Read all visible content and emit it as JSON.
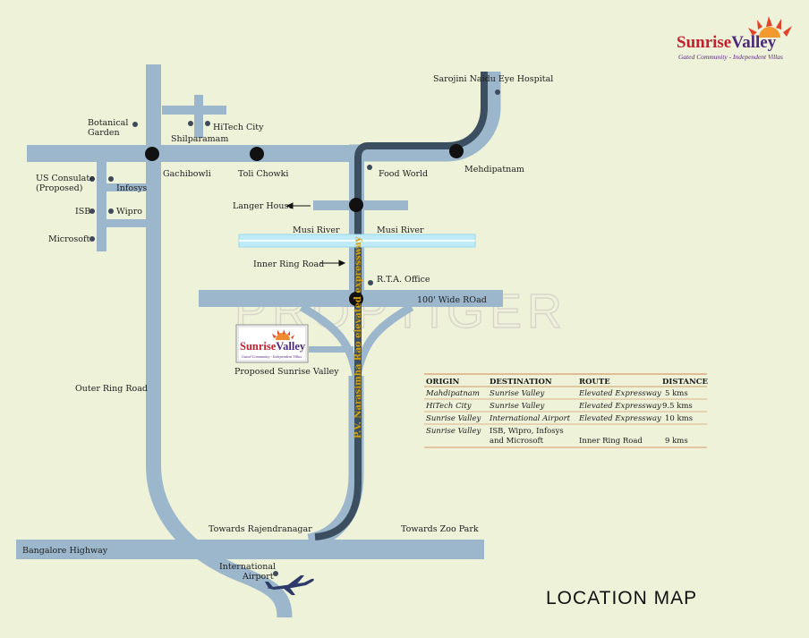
{
  "brand": {
    "name_part1": "Sunrise",
    "name_part2": "Valley",
    "tagline": "Gated Community - Independent Villas"
  },
  "map_title": "LOCATION MAP",
  "watermark": "PROPTIGER",
  "expressway_label": "P.V. Narasimha Rao elevated expressway",
  "places": {
    "sarojini": "Sarojini Naidu Eye Hospital",
    "botanical_1": "Botanical",
    "botanical_2": "Garden",
    "hitech": "HiTech City",
    "shilparamam": "Shilparamam",
    "gachibowli": "Gachibowli",
    "toli_chowki": "Toli Chowki",
    "food_world": "Food World",
    "mehdipatnam": "Mehdipatnam",
    "us_consulate_1": "US Consulate",
    "us_consulate_2": "(Proposed)",
    "infosys": "Infosys",
    "isb": "ISB",
    "wipro": "Wipro",
    "microsoft": "Microsoft",
    "langer_house": "Langer House",
    "musi_left": "Musi River",
    "musi_right": "Musi River",
    "inner_ring": "Inner Ring Road",
    "rta": "R.T.A. Office",
    "wide_road": "100' Wide ROad",
    "proposed": "Proposed Sunrise Valley",
    "outer_ring": "Outer Ring Road",
    "rajendranagar": "Towards Rajendranagar",
    "zoo_park": "Towards Zoo Park",
    "bangalore_hwy": "Bangalore Highway",
    "airport_1": "International",
    "airport_2": "Airport"
  },
  "distance_table": {
    "headers": [
      "ORIGIN",
      "DESTINATION",
      "ROUTE",
      "DISTANCE"
    ],
    "rows": [
      {
        "origin": "Mahdipatnam",
        "destination": "Sunrise Valley",
        "destination_2": "",
        "route": "Elevated Expressway",
        "distance": "5 kms"
      },
      {
        "origin": "HiTech City",
        "destination": "Sunrise Valley",
        "destination_2": "",
        "route": "Elevated Expressway",
        "distance": "9.5 kms"
      },
      {
        "origin": "Sunrise Valley",
        "destination": "International Airport",
        "destination_2": "",
        "route": "Elevated Expressway",
        "distance": "10 kms"
      },
      {
        "origin": "Sunrise Valley",
        "destination": "ISB, Wipro, Infosys",
        "destination_2": "and Microsoft",
        "route": "Inner Ring Road",
        "distance": "9 kms"
      }
    ]
  },
  "colors": {
    "background": "#edf2d9",
    "road": "#9cb7cc",
    "expressway": "#3b4f60",
    "river": "#bfeaf7",
    "junction": "#111111",
    "table_rule": "#d89a6a"
  }
}
